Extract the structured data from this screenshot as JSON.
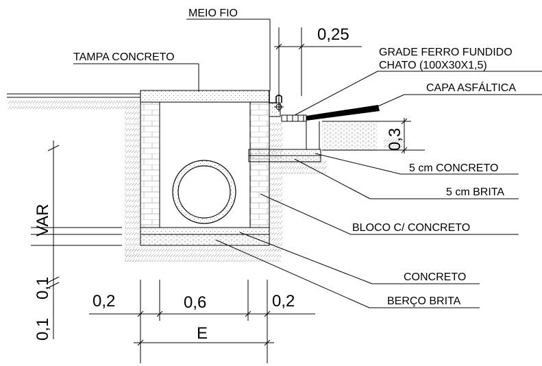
{
  "labels": {
    "meio_fio": "MEIO FIO",
    "tampa_concreto": "TAMPA CONCRETO",
    "grade_line1": "GRADE FERRO FUNDIDO",
    "grade_line2": "CHATO (100X30X1,5)",
    "capa_asfaltica": "CAPA ASFÁLTICA",
    "concreto_5cm": "5 cm CONCRETO",
    "brita_5cm": "5 cm BRITA",
    "bloco_concreto": "BLOCO C/ CONCRETO",
    "concreto": "CONCRETO",
    "berco_brita": "BERÇO BRITA"
  },
  "dimensions": {
    "top_025": "0,25",
    "right_03": "0,3",
    "var": "VAR",
    "left_01_upper": "0,1",
    "left_01_lower": "0,1",
    "bottom_02_left": "0,2",
    "bottom_06": "0,6",
    "bottom_02_right": "0,2",
    "bottom_e": "E"
  }
}
